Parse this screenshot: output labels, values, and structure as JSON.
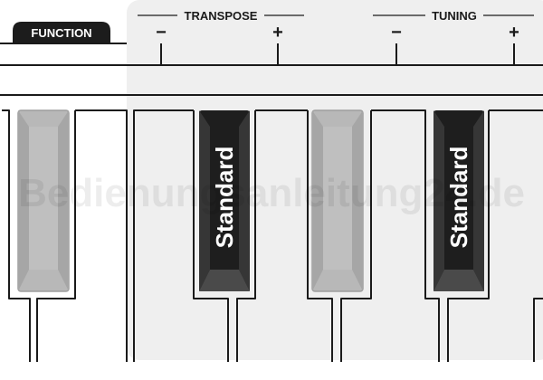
{
  "function_button": {
    "label": "FUNCTION"
  },
  "transpose": {
    "label": "TRANSPOSE",
    "minus": "−",
    "plus": "+"
  },
  "tuning": {
    "label": "TUNING",
    "minus": "−",
    "plus": "+"
  },
  "keys": [
    {
      "style": "gray"
    },
    {
      "style": "dark",
      "label": "Standard"
    },
    {
      "style": "gray"
    },
    {
      "style": "dark",
      "label": "Standard"
    }
  ],
  "watermark": "Bedienungsanleitung24.de",
  "colors": {
    "panel": "#efefef",
    "function_button": "#1c1c1c",
    "dark_key": "#1e1e1e",
    "gray_key": "#b8b8b8",
    "line": "#1a1a1a"
  }
}
